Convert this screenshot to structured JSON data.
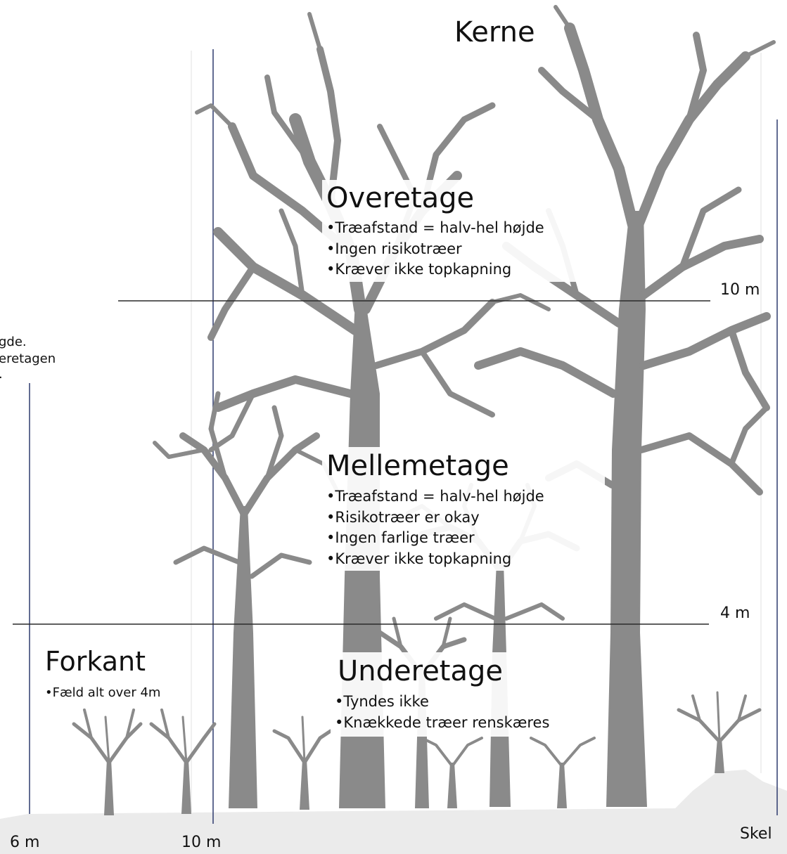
{
  "colors": {
    "tree": "#8a8a8a",
    "ground": "#ebebeb",
    "rule": "#2a2a2a",
    "vertical_rule": "#2e3b6e",
    "text": "#111111",
    "panel": "#ffffff"
  },
  "core": {
    "title": "Kerne"
  },
  "zones": {
    "upper": {
      "title": "Overetage",
      "bullets": [
        "•Træafstand = halv-hel højde",
        "•Ingen risikotræer",
        "•Kræver ikke topkapning"
      ]
    },
    "middle": {
      "title": "Mellemetage",
      "bullets": [
        "•Træafstand = halv-hel højde",
        "•Risikotræer er okay",
        "•Ingen farlige træer",
        "•Kræver ikke topkapning"
      ]
    },
    "lower": {
      "title": "Underetage",
      "bullets": [
        "•Tyndes ikke",
        "•Knækkede træer renskæres"
      ]
    },
    "edge": {
      "title": "Forkant",
      "bullets": [
        "•Fæld alt over 4m"
      ]
    }
  },
  "heights": {
    "high": "10 m",
    "low": "4 m"
  },
  "distances": {
    "left": "6 m",
    "middle": "10 m",
    "boundary": "Skel"
  },
  "cropped_side_text": [
    "gde.",
    "eretagen",
    "."
  ]
}
